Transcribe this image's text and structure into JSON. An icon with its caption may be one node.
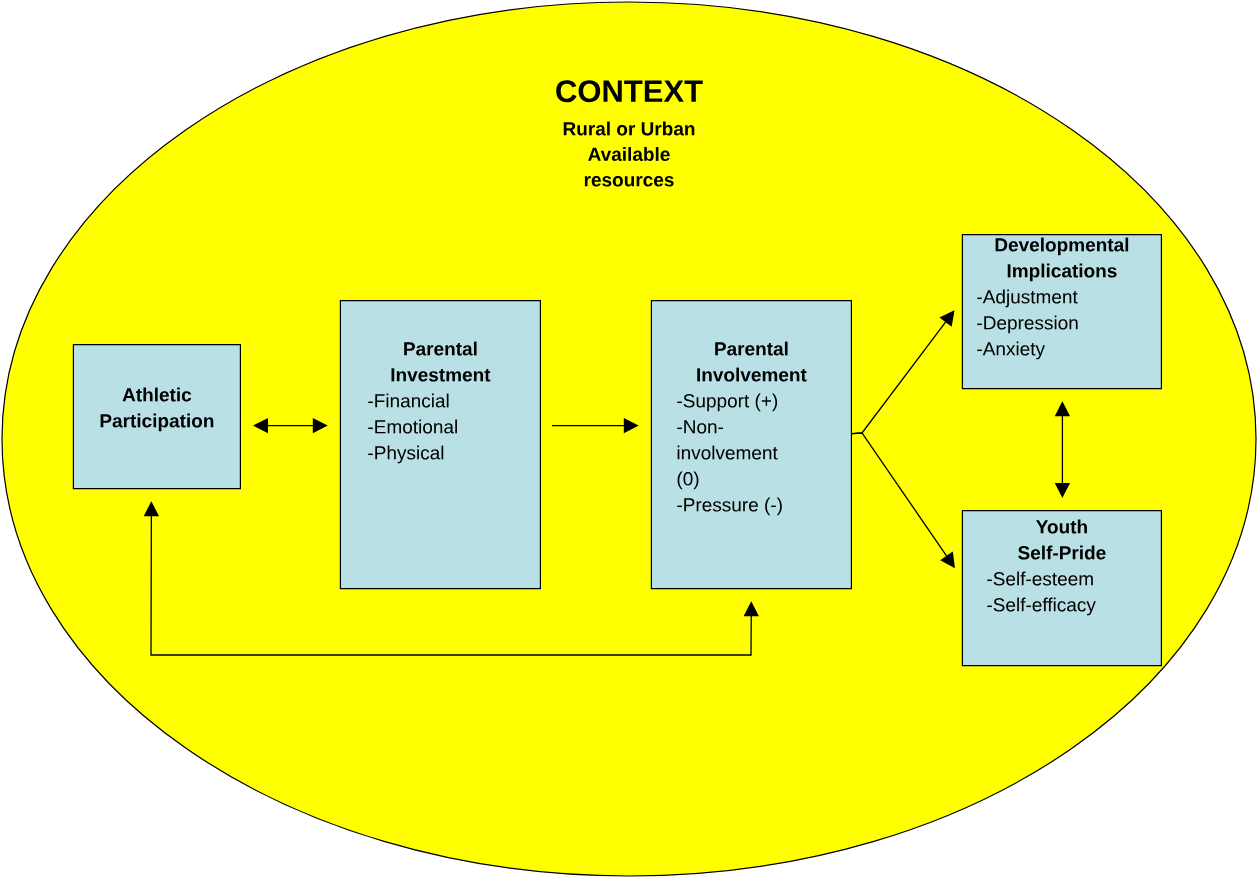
{
  "diagram": {
    "nodes": [
      {
        "text": [
          "CONTEXT",
          "Rural or Urban Available resources"
        ]
      },
      {
        "text": [
          "Athletic Participation"
        ],
        "in": 0
      },
      {
        "text": [
          "Parental Investment",
          "-Financial",
          "-Emotional",
          "-Physical"
        ],
        "in": 0
      },
      {
        "text": [
          "Parental Involvement",
          "-Support (+)",
          "-Non-involvement (0)",
          "-Pressure (-)"
        ],
        "in": 0
      },
      {
        "text": [
          "Developmental Implications",
          "-Adjustment",
          "-Depression",
          "-Anxiety"
        ],
        "in": 0
      },
      {
        "text": [
          "Youth Self-Pride",
          "-Self-esteem",
          "-Self-efficacy"
        ],
        "in": 0
      }
    ],
    "edges": [
      {
        "from": 1,
        "to": 2,
        "arrow": "both"
      },
      {
        "from": 2,
        "to": 3,
        "arrow": "to"
      },
      {
        "from": 3,
        "to": 4,
        "arrow": "to"
      },
      {
        "from": 3,
        "to": 5,
        "arrow": "to"
      },
      {
        "from": 4,
        "to": 5,
        "arrow": "both"
      },
      {
        "from": 1,
        "to": 3,
        "arrow": "both"
      }
    ]
  }
}
